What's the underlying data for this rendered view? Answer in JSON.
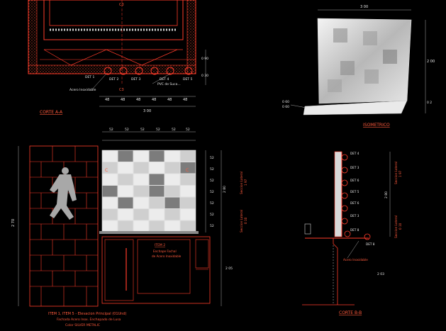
{
  "top_view": {
    "section_tag": "C3",
    "section_tag_bottom": "C3",
    "det_labels": [
      "DET 1",
      "DET 2",
      "DET 3",
      "DET 4",
      "DET 5"
    ],
    "callout_pvc": "PVC de Suca...",
    "callout_acero": "Acero Inoxidable",
    "dims": [
      "48",
      "48",
      "48",
      "48",
      "48",
      "48"
    ],
    "total_dim": "3 00",
    "side_dims": [
      "0 90",
      "0 30"
    ],
    "caption": "CORTE A-A"
  },
  "isometric": {
    "top_dim": "3 00",
    "right_dim": "2 00",
    "left_dim": "0 60",
    "left_dim2": "0 60",
    "base_dim": "0 2",
    "caption": "ISOMETRICO"
  },
  "elevation": {
    "top_dims": [
      "52",
      "52",
      "52",
      "52",
      "52",
      "52"
    ],
    "right_dims": [
      "52",
      "52",
      "52",
      "52",
      "52",
      "52",
      "52"
    ],
    "left_dim": "2 70",
    "right_total": "2 80",
    "right_label1": "Seccion Lateral",
    "right_label1b": "1 97",
    "right_label2": "Seccion Lateral",
    "right_label2b": "0 10",
    "lower_dim": "2 05",
    "callout_top": "ITEM 2",
    "callout_line1": "Enchape Fachal",
    "callout_line2": "de Acero Inoxidable",
    "arrow_left": "C",
    "arrow_right": "C",
    "caption_line1": "ITEM 1, ITEM 5 - Elevacion Principal (01Und)",
    "caption_line2": "Fachada Acero Inox. Enchapado de Lusa",
    "caption_line3": "Color SILVER METALIC"
  },
  "side_section": {
    "det_labels": [
      "DET 4",
      "DET 3",
      "DET 6",
      "DET 5",
      "DET 6",
      "DET 3",
      "DET 8",
      "DET 8"
    ],
    "dim_top": "2 80",
    "dim_mid": "Seccion Lateral",
    "dim_mid2": "1 97",
    "dim_low": "Seccion Lateral",
    "dim_low2": "0 10",
    "dim_bottom": "2 03",
    "callout": "Acero Inoxidable",
    "caption": "CORTE B-B"
  }
}
